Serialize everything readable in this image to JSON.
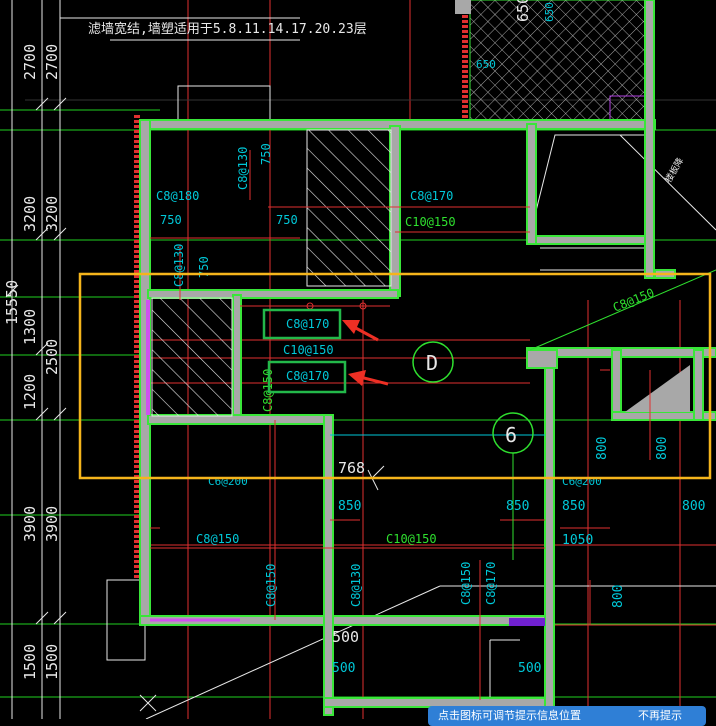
{
  "note_top": "滤墙宽结,墙塑适用于5.8.11.14.17.20.23层",
  "dims_left_outer": [
    "2700",
    "3200",
    "1300",
    "1200",
    "3900",
    "1500"
  ],
  "dims_left_inner": [
    "2700",
    "3200",
    "2500",
    "3900",
    "1500"
  ],
  "dim_total": "15550",
  "rebar_labels": {
    "c8_180": "C8@180",
    "c8_130_a": "C8@130",
    "c8_130_b": "C8@130",
    "c8_170_top": "C8@170",
    "c10_150_top": "C10@150",
    "c8_170_box1": "C8@170",
    "c10_150_mid": "C10@150",
    "c8_170_box2": "C8@170",
    "c8_150_v": "C8@150",
    "c8_150_diag": "C8@150",
    "c8_200_a": "C6@200",
    "c8_200_b": "C6@200",
    "c8_150_low": "C8@150",
    "c10_150_low": "C10@150",
    "c8_150_v2": "C8@150",
    "c8_130_v3": "C8@130",
    "c8_150_v4": "C8@150",
    "c8_170_v5": "C8@170"
  },
  "length_labels": {
    "l750_a": "750",
    "l750_b": "750",
    "l750_c": "750",
    "l750_d": "750",
    "l650": "650",
    "l850_a": "850",
    "l850_b": "850",
    "l850_c": "850",
    "l800_a": "800",
    "l800_b": "800",
    "l800_c": "800",
    "l800_d": "800",
    "l1050": "1050",
    "l768": "768",
    "l500_a": "500",
    "l500_b": "500",
    "l500_c": "500",
    "l650_b": "650",
    "l650_c": "650"
  },
  "axis_labels": {
    "d": "D",
    "six": "6"
  },
  "side_note": "楼板降",
  "tooltip": {
    "message": "点击图标可调节提示信息位置",
    "dismiss": "不再提示"
  },
  "colors": {
    "background": "#000000",
    "wall_fill": "#a8a8a8",
    "wall_edge": "#39e639",
    "rebar_text": "#00c8d8",
    "rebar_text_green": "#2fe02f",
    "dimension_text": "#00c8d8",
    "highlight_box": "#f5b51c",
    "arrow": "#ee2f24",
    "label_box": "#23b84a",
    "hatch": "#ffffff",
    "axis_line": "#e03030",
    "grid_green": "#1fd01f"
  }
}
